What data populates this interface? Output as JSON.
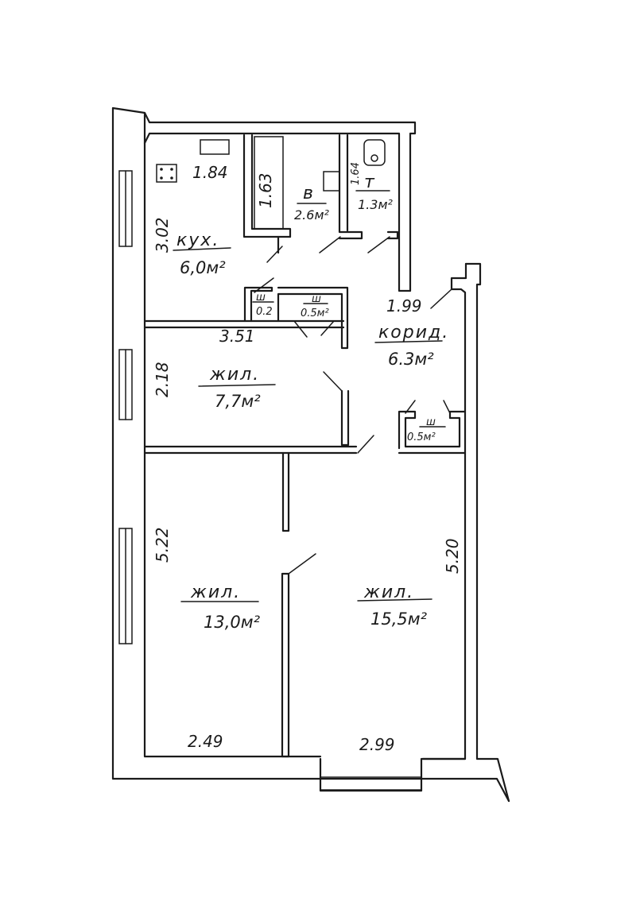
{
  "rooms": {
    "kitchen": {
      "label": "кух.",
      "area": "6,0м²"
    },
    "bath": {
      "label": "в",
      "area": "2.6м²"
    },
    "toilet": {
      "label": "т",
      "area": "1.3м²"
    },
    "closet1": {
      "label": "ш",
      "area": "0.2"
    },
    "closet2": {
      "label": "ш",
      "area": "0.5м²"
    },
    "closet3": {
      "label": "ш",
      "area": "0.5м²"
    },
    "corridor": {
      "label": "корид.",
      "area": "6.3м²"
    },
    "living1": {
      "label": "жил.",
      "area": "7,7м²"
    },
    "living2": {
      "label": "жил.",
      "area": "13,0м²"
    },
    "living3": {
      "label": "жил.",
      "area": "15,5м²"
    }
  },
  "dimensions": {
    "kitchen_width": "1.84",
    "kitchen_height": "3.02",
    "bath_height": "1.63",
    "toilet_height": "1.64",
    "corridor_width": "1.99",
    "living1_width": "3.51",
    "living1_height": "2.18",
    "living2_height": "5.22",
    "living3_height": "5.20",
    "living2_width": "2.49",
    "living3_width": "2.99"
  }
}
